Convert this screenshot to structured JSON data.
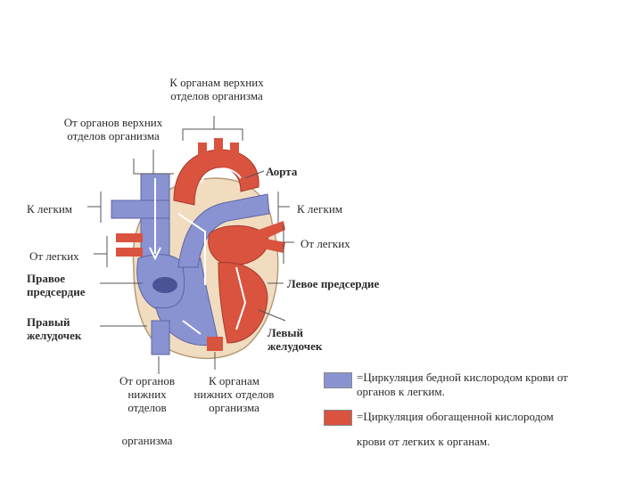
{
  "colors": {
    "deoxygenated": "#8a93d2",
    "oxygenated": "#d9533f",
    "heart_wall": "#f1dcc0",
    "line": "#555555"
  },
  "labels": {
    "upper_to": "К органам верхних\nотделов организма",
    "upper_from": "От органов верхних\nотделов организма",
    "aorta": "Аорта",
    "to_lungs_left": "К легким",
    "to_lungs_right": "К легким",
    "from_lungs_left": "От легких",
    "from_lungs_right": "От легких",
    "right_atrium": "Правое\nпредсердие",
    "left_atrium": "Левое предсердие",
    "right_ventricle": "Правый\nжелудочек",
    "left_ventricle": "Левый\nжелудочек",
    "lower_from": "От органов\nнижних\nотделов",
    "lower_from_tail": "организма",
    "lower_to": "К органам\nнижних отделов\nорганизма"
  },
  "legend": {
    "blue_text": "=Циркуляция бедной кислородом крови от\nорганов к легким.",
    "red_text": "=Циркуляция обогащенной кислородом",
    "red_text_tail": "крови от легких к органам."
  }
}
